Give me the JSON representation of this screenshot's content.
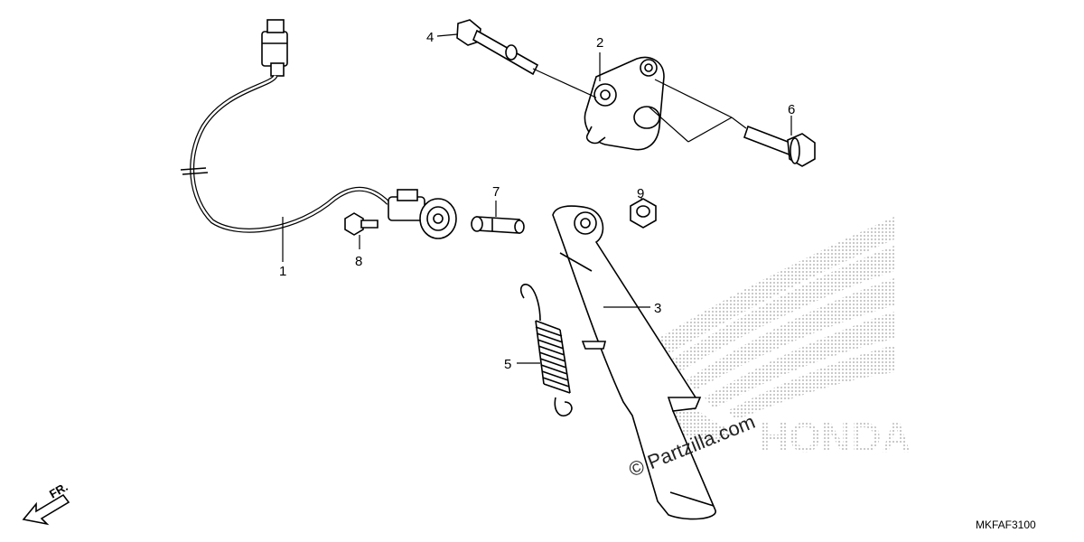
{
  "diagram": {
    "parts": [
      {
        "number": "1",
        "icon": "side-stand-switch-harness"
      },
      {
        "number": "2",
        "icon": "switch-bracket"
      },
      {
        "number": "3",
        "icon": "side-stand-bar"
      },
      {
        "number": "4",
        "icon": "pivot-bolt"
      },
      {
        "number": "5",
        "icon": "tension-spring"
      },
      {
        "number": "6",
        "icon": "flange-bolt"
      },
      {
        "number": "7",
        "icon": "spring-collar"
      },
      {
        "number": "8",
        "icon": "small-bolt"
      },
      {
        "number": "9",
        "icon": "lock-nut"
      }
    ],
    "diagram_code": "MKFAF3100",
    "direction_label": "FR.",
    "watermark_text": "© Partzilla.com",
    "brand_logo": "HONDA",
    "line_color": "#000000",
    "logo_color": "#b8b8b8"
  }
}
